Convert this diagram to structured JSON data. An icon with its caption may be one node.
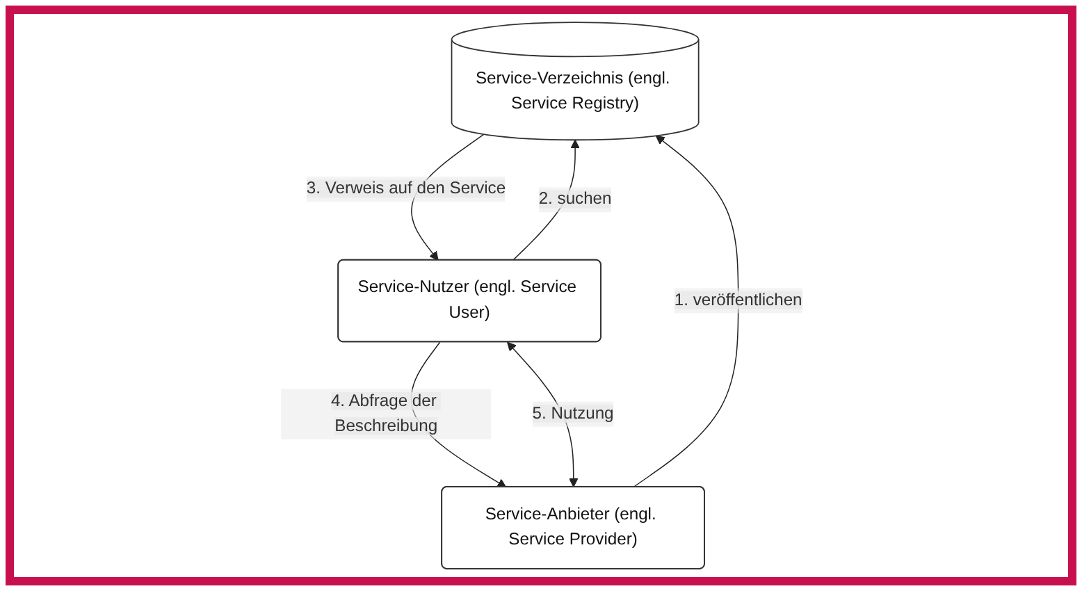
{
  "diagram": {
    "nodes": [
      {
        "text": [
          "Service-Verzeichnis (engl. Service Registry)"
        ]
      },
      {
        "text": [
          "Service-Anbieter (engl. Service Provider)"
        ]
      },
      {
        "text": [
          "Service-Nutzer (engl. Service User)"
        ]
      }
    ],
    "edges": [
      {
        "from": 1,
        "to": 0,
        "arrow": "to",
        "label": "1. veröffentlichen"
      },
      {
        "from": 2,
        "to": 0,
        "arrow": "to",
        "label": "2. suchen"
      },
      {
        "from": 0,
        "to": 2,
        "arrow": "to",
        "label": "3. Verweis auf den Service"
      },
      {
        "from": 2,
        "to": 1,
        "arrow": "to",
        "label": "4. Abfrage der Beschreibung"
      },
      {
        "from": 1,
        "to": 2,
        "arrow": "both",
        "label": "5. Nutzung"
      }
    ]
  }
}
